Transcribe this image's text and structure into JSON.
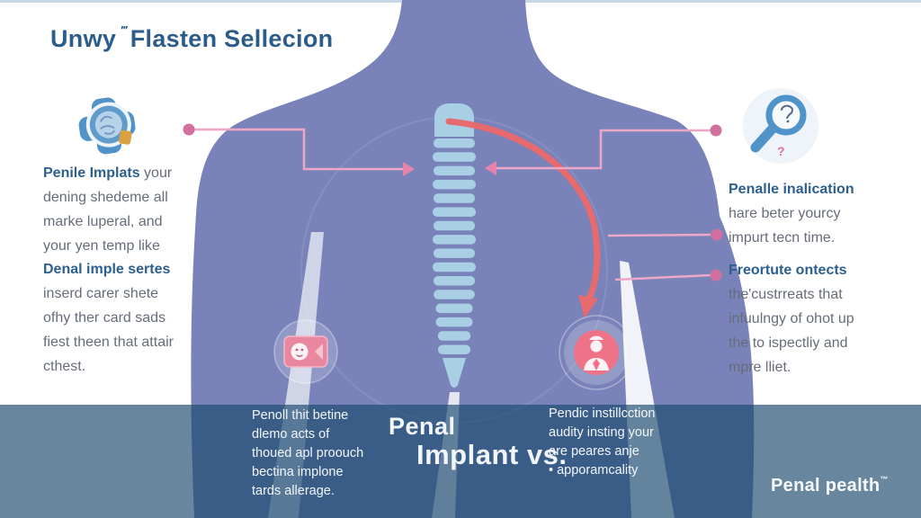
{
  "title": {
    "prefix": "Unwy",
    "mark": "‴",
    "rest": "Flasten Sellecion"
  },
  "left_column": {
    "block1": {
      "heading": "Penile Implats",
      "heading_suffix": " your",
      "lines": [
        "dening shedeme all",
        "marke luperal, and",
        "your yen temp like"
      ]
    },
    "block2": {
      "heading": "Denal imple sertes",
      "lines": [
        "inserd carer shete",
        "ofhy ther card sads",
        "fiest theen that attair",
        "cthest."
      ]
    }
  },
  "right_column": {
    "block1": {
      "heading": "Penalle inalication",
      "lines": [
        "hare beter yourcy",
        "impurt tecn time."
      ]
    },
    "block2": {
      "heading": "Freortute ontects",
      "lines": [
        "the'custrreats that",
        "infuulngy of ohot up",
        "the to ispectliy and",
        "mpre lliet."
      ]
    }
  },
  "bottom_band": {
    "left_block": {
      "lines": [
        "Penoll thit betine",
        "dlemo acts of",
        "thoued apl proouch",
        "bectina implone",
        "tards allerage."
      ]
    },
    "center_title": {
      "line1": "Penal",
      "line2": "Implant vs."
    },
    "right_block": {
      "lines": [
        "Pendic instillcction",
        "audity insting your",
        "are peares anje",
        "• apporamcality"
      ]
    },
    "logo": {
      "text": "Penal pealth",
      "mark": "™"
    }
  },
  "icons": {
    "top_left": "medical-cross-brain-icon",
    "top_right": "magnifier-question-icon",
    "bottom_left": "id-card-icon",
    "bottom_right": "person-badge-icon",
    "magnifier_question": "?"
  },
  "colors": {
    "body_silhouette": "#7983ba",
    "title_blue": "#2b5c8a",
    "heading_blue": "#2c5f8f",
    "text_gray": "#666d79",
    "screw_blue": "#a9cfe5",
    "arc_red": "#e66a6e",
    "connector_pink": "#eca6c6",
    "connector_dot": "#d16f9e",
    "icon_blue": "#4f93c8",
    "icon_pink": "#ee7389",
    "band_overlay": "rgba(26,73,110,0.66)"
  }
}
